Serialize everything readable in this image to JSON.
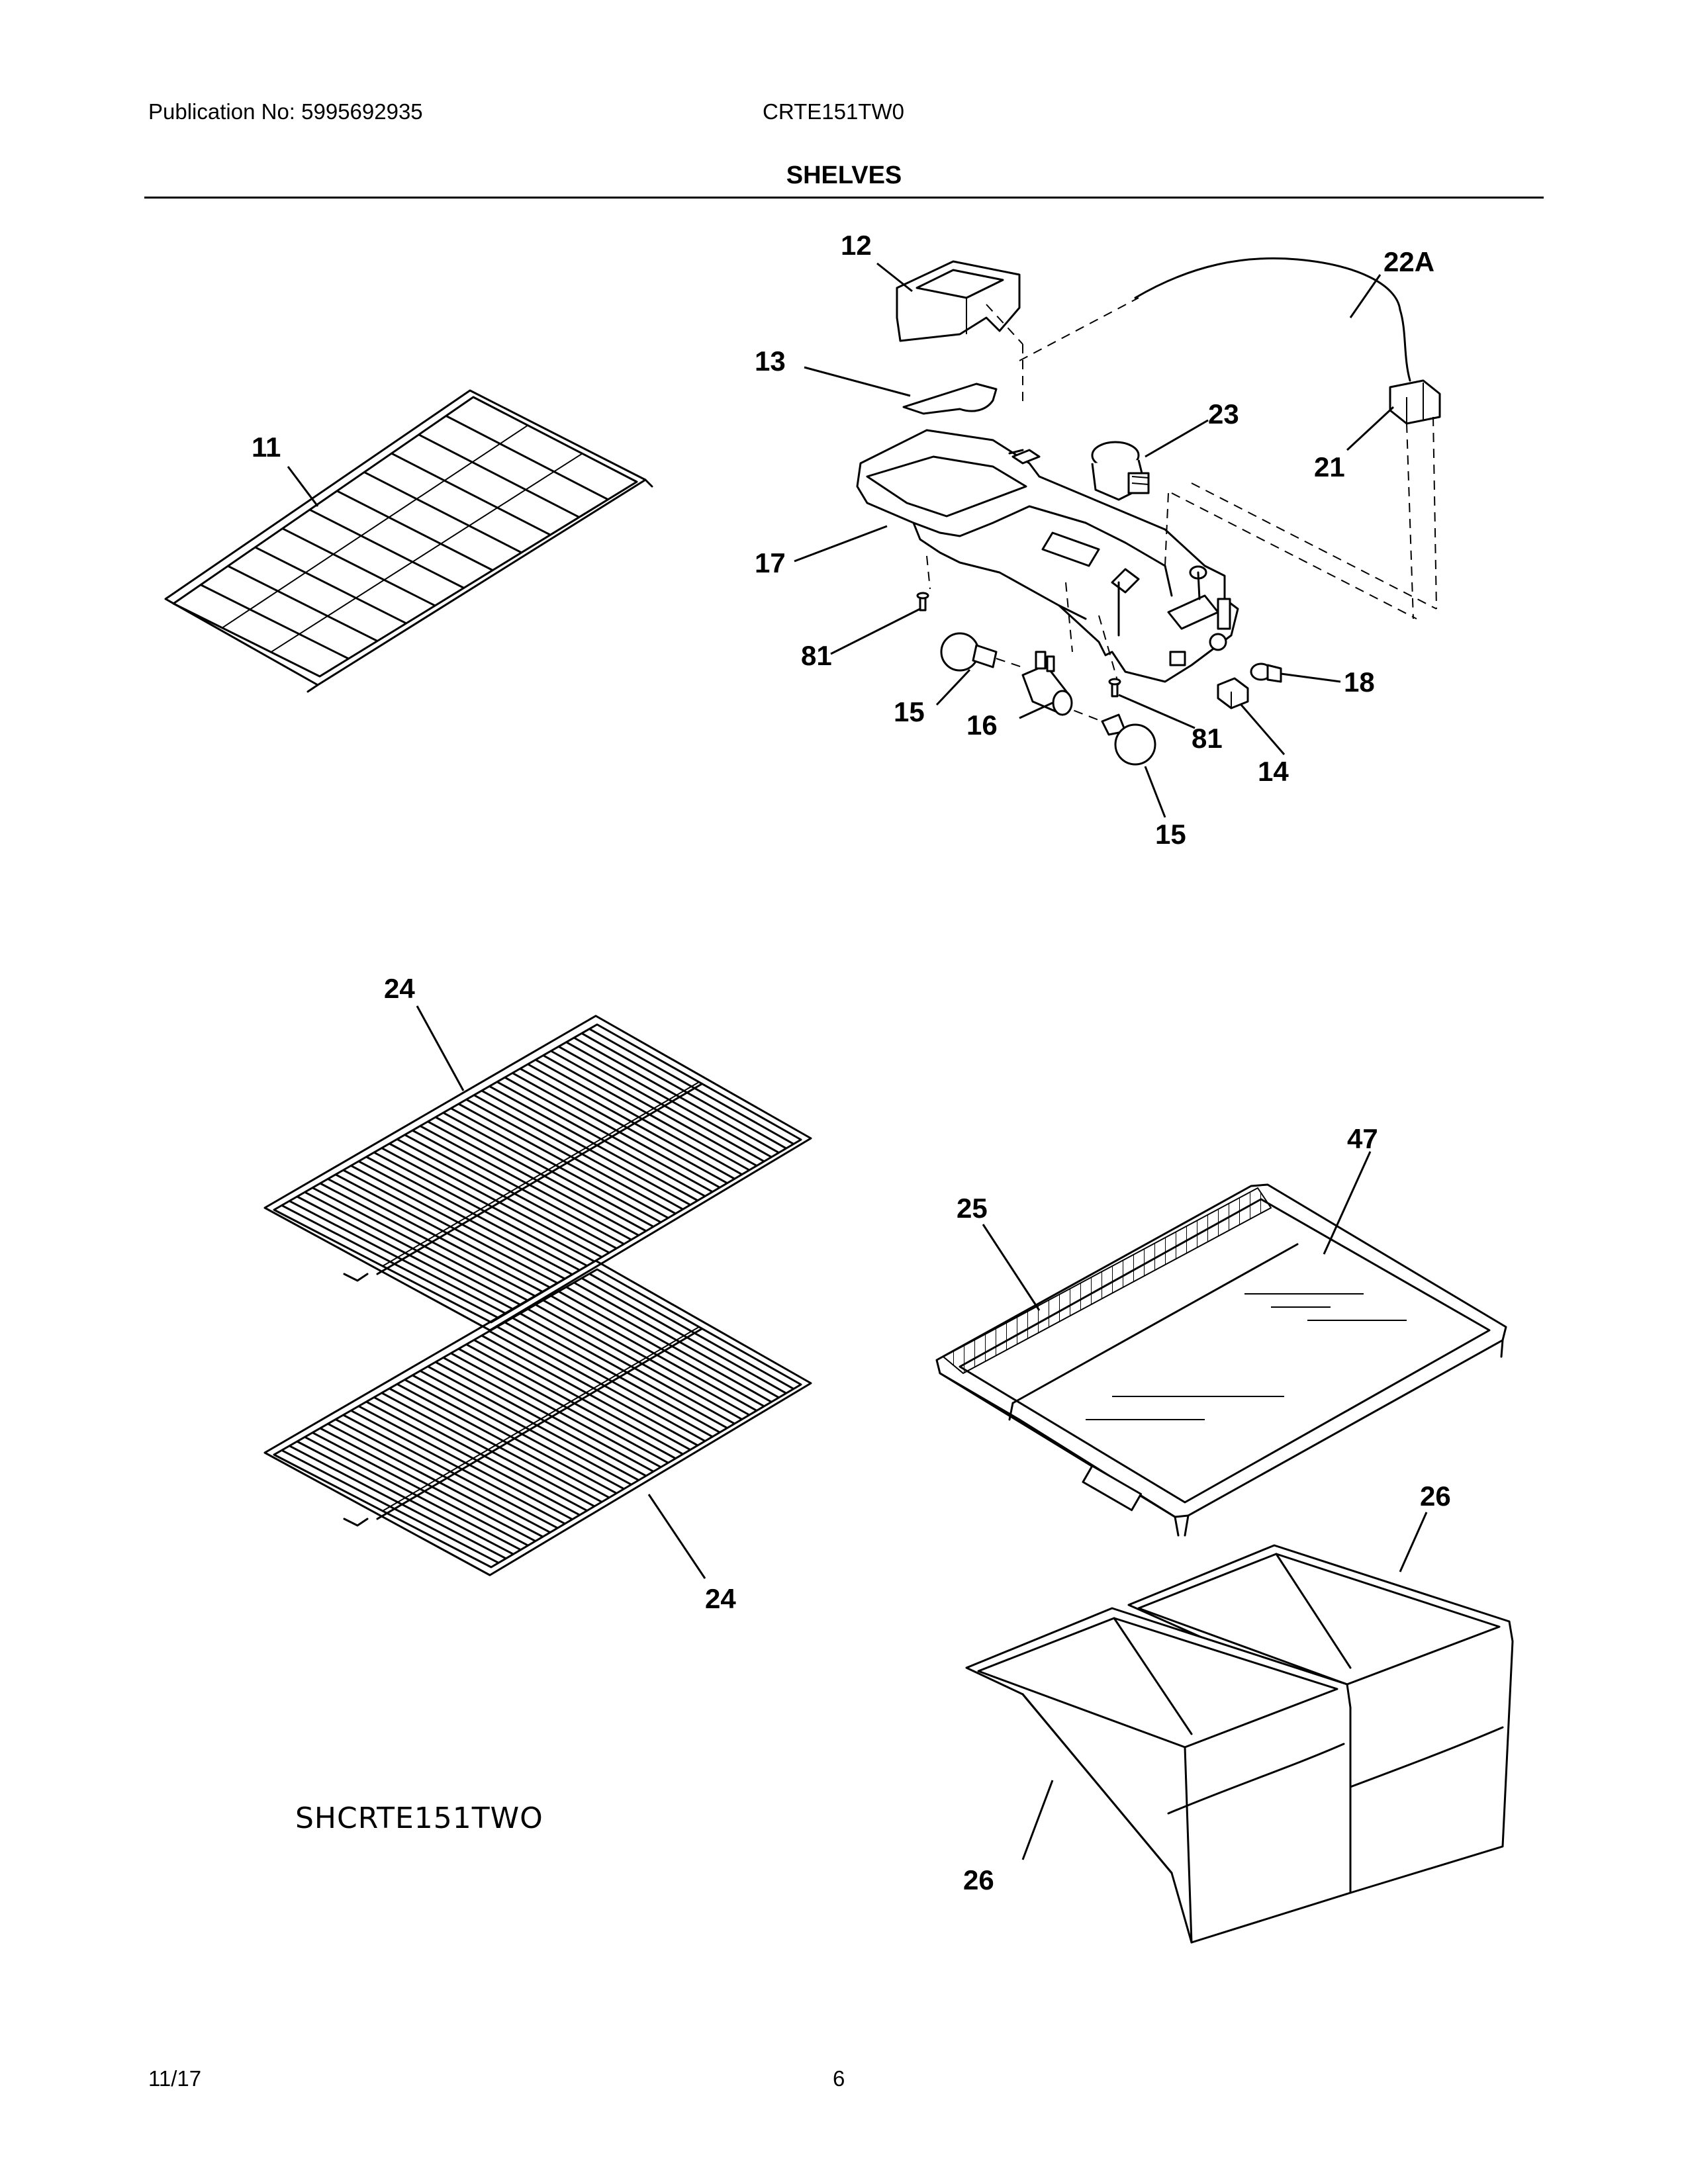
{
  "header": {
    "publication": "Publication No: 5995692935",
    "model": "CRTE151TW0",
    "section": "SHELVES"
  },
  "footer": {
    "date": "11/17",
    "page_number": "6"
  },
  "diagram_code": "SHCRTE151TWO",
  "callouts": {
    "c11": "11",
    "c12": "12",
    "c13": "13",
    "c14": "14",
    "c15a": "15",
    "c15b": "15",
    "c16": "16",
    "c17": "17",
    "c18": "18",
    "c21": "21",
    "c22a": "22A",
    "c23": "23",
    "c24a": "24",
    "c24b": "24",
    "c25": "25",
    "c26a": "26",
    "c26b": "26",
    "c47": "47",
    "c81a": "81",
    "c81b": "81"
  }
}
